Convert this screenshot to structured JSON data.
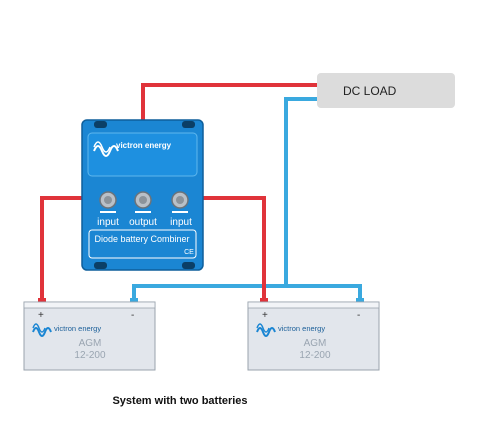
{
  "diagram": {
    "load_label": "DC LOAD",
    "combiner": {
      "brand": "victron energy",
      "terminal_labels": [
        "input",
        "output",
        "input"
      ],
      "product_name": "Diode battery Combiner",
      "ce_mark": "CE"
    },
    "batteries": [
      {
        "positive": "+",
        "negative": "-",
        "brand": "victron energy",
        "type": "AGM",
        "model": "12-200"
      },
      {
        "positive": "+",
        "negative": "-",
        "brand": "victron energy",
        "type": "AGM",
        "model": "12-200"
      }
    ],
    "caption": "System with two batteries",
    "colors": {
      "positive_wire": "#e0333a",
      "negative_wire": "#3aa9df",
      "combiner_body": "#1b86d3",
      "load_box": "#dcdcdc",
      "battery_body": "#e2e6ec"
    }
  }
}
